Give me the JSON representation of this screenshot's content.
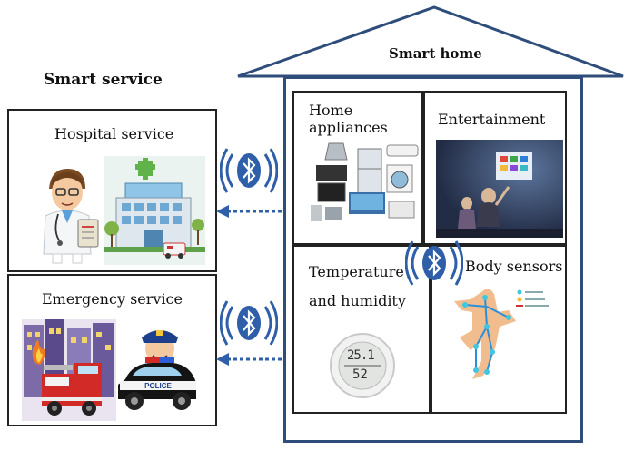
{
  "smart_service": {
    "title": "Smart service",
    "hospital": {
      "label": "Hospital service"
    },
    "emergency": {
      "label": "Emergency service"
    }
  },
  "smart_home": {
    "title": "Smart home",
    "appliances": {
      "label_line1": "Home",
      "label_line2": "appliances"
    },
    "entertainment": {
      "label": "Entertainment"
    },
    "temperature": {
      "label_line1": "Temperature",
      "label_line2": "and humidity",
      "reading_top": "25.1",
      "reading_bottom": "52"
    },
    "body_sensors": {
      "label": "Body sensors"
    }
  },
  "signal": {
    "icon": "bluetooth-icon",
    "arrow_color": "#2e5fa8",
    "frame_color": "#2e4d7a"
  },
  "police_badge_text": "POLICE"
}
